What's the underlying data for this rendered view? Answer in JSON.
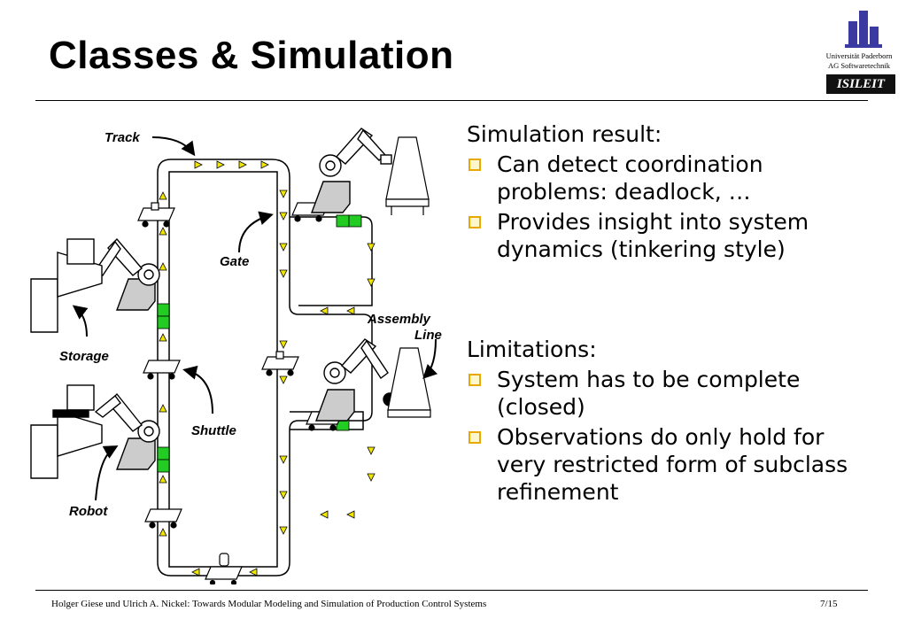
{
  "slide": {
    "title": "Classes & Simulation",
    "logo": {
      "line1": "Universität Paderborn",
      "line2": "AG Softwaretechnik",
      "badge": "ISILEIT"
    },
    "sections": [
      {
        "title": "Simulation result:",
        "bullets": [
          "Can detect coordination problems: deadlock, …",
          "Provides insight into system dynamics (tinkering style)"
        ]
      },
      {
        "title": "Limitations:",
        "bullets": [
          "System has to be complete (closed)",
          "Observations do only hold for very restricted form of subclass refinement"
        ]
      }
    ],
    "footer": "Holger Giese und Ulrich A. Nickel: Towards Modular Modeling and Simulation of Production Control Systems",
    "page": "7/15"
  },
  "diagram": {
    "labels": {
      "track": "Track",
      "gate": "Gate",
      "assembly_line_1": "Assembly",
      "assembly_line_2": "Line",
      "storage": "Storage",
      "shuttle": "Shuttle",
      "robot": "Robot"
    }
  },
  "colors": {
    "bullet": "#e8a800",
    "gate": "#22cc22",
    "marker": "#f2e600"
  }
}
